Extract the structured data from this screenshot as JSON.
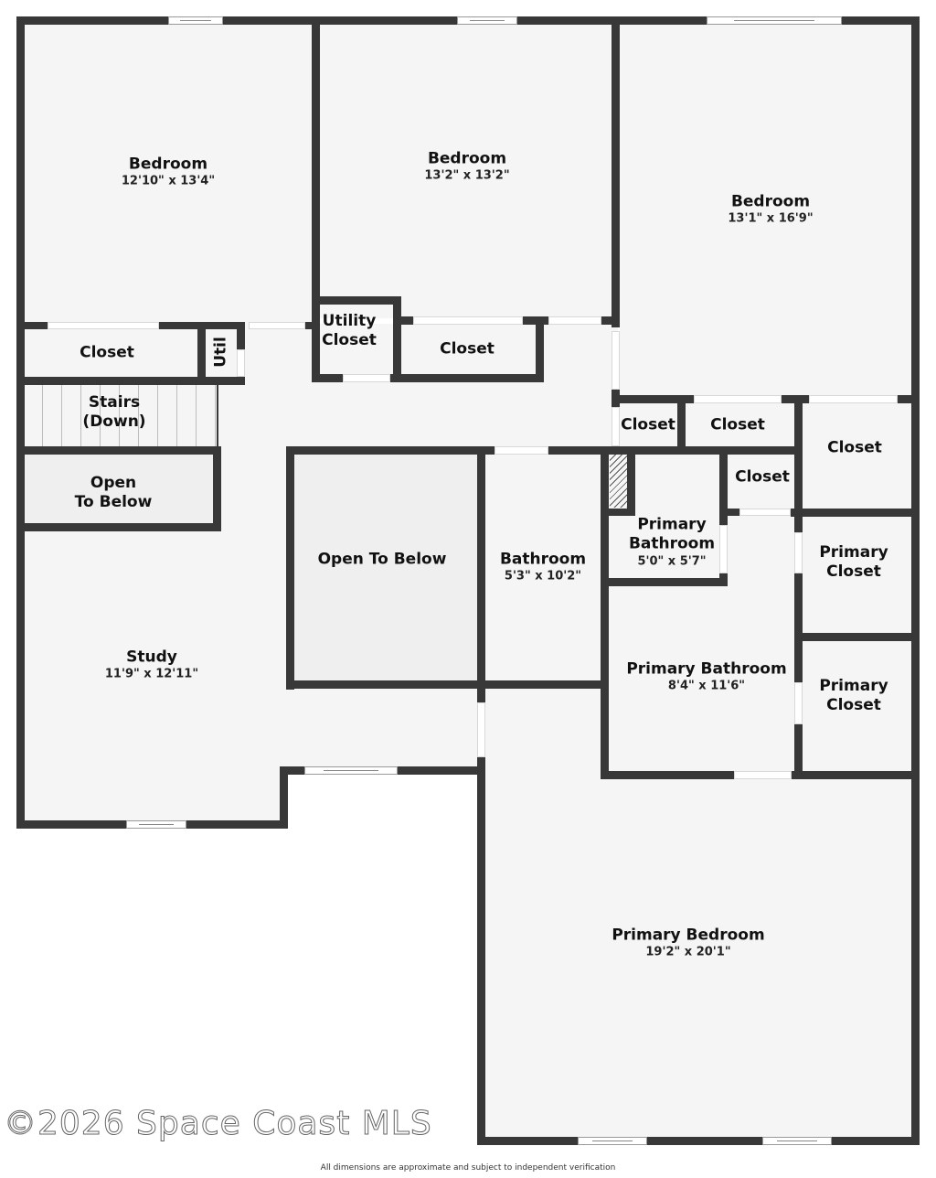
{
  "floorplan": {
    "rooms": [
      {
        "id": "bedroom1",
        "name": "Bedroom",
        "dims": "12'10\" x 13'4\""
      },
      {
        "id": "bedroom2",
        "name": "Bedroom",
        "dims": "13'2\" x 13'2\""
      },
      {
        "id": "bedroom3",
        "name": "Bedroom",
        "dims": "13'1\" x 16'9\""
      },
      {
        "id": "closet_left",
        "name": "Closet"
      },
      {
        "id": "util",
        "name": "Util"
      },
      {
        "id": "utility_closet",
        "name": "Utility\nCloset",
        "lines": [
          "Utility",
          "Closet"
        ]
      },
      {
        "id": "closet_mid",
        "name": "Closet"
      },
      {
        "id": "stairs",
        "name": "Stairs",
        "lines": [
          "Stairs",
          "(Down)"
        ]
      },
      {
        "id": "open_small",
        "name": "Open To Below",
        "lines": [
          "Open",
          "To Below"
        ]
      },
      {
        "id": "open_large",
        "name": "Open To Below"
      },
      {
        "id": "bathroom",
        "name": "Bathroom",
        "dims": "5'3\" x 10'2\""
      },
      {
        "id": "closet_a",
        "name": "Closet"
      },
      {
        "id": "closet_b",
        "name": "Closet"
      },
      {
        "id": "closet_c",
        "name": "Closet"
      },
      {
        "id": "closet_d",
        "name": "Closet"
      },
      {
        "id": "primary_bath_small",
        "name": "Primary Bathroom",
        "lines": [
          "Primary",
          "Bathroom"
        ],
        "dims": "5'0\" x 5'7\""
      },
      {
        "id": "primary_closet1",
        "name": "Primary Closet",
        "lines": [
          "Primary",
          "Closet"
        ]
      },
      {
        "id": "primary_closet2",
        "name": "Primary Closet",
        "lines": [
          "Primary",
          "Closet"
        ]
      },
      {
        "id": "primary_bath",
        "name": "Primary Bathroom",
        "dims": "8'4\" x 11'6\""
      },
      {
        "id": "study",
        "name": "Study",
        "dims": "11'9\" x 12'11\""
      },
      {
        "id": "primary_bedroom",
        "name": "Primary Bedroom",
        "dims": "19'2\" x 20'1\""
      }
    ]
  },
  "footer": {
    "copyright": "©2026 Space Coast MLS",
    "disclaimer": "All dimensions are approximate and subject to independent verification"
  },
  "colors": {
    "wall": "#383838",
    "floor": "#f5f5f5",
    "open_to_below": "#efefef",
    "background": "#ffffff"
  }
}
